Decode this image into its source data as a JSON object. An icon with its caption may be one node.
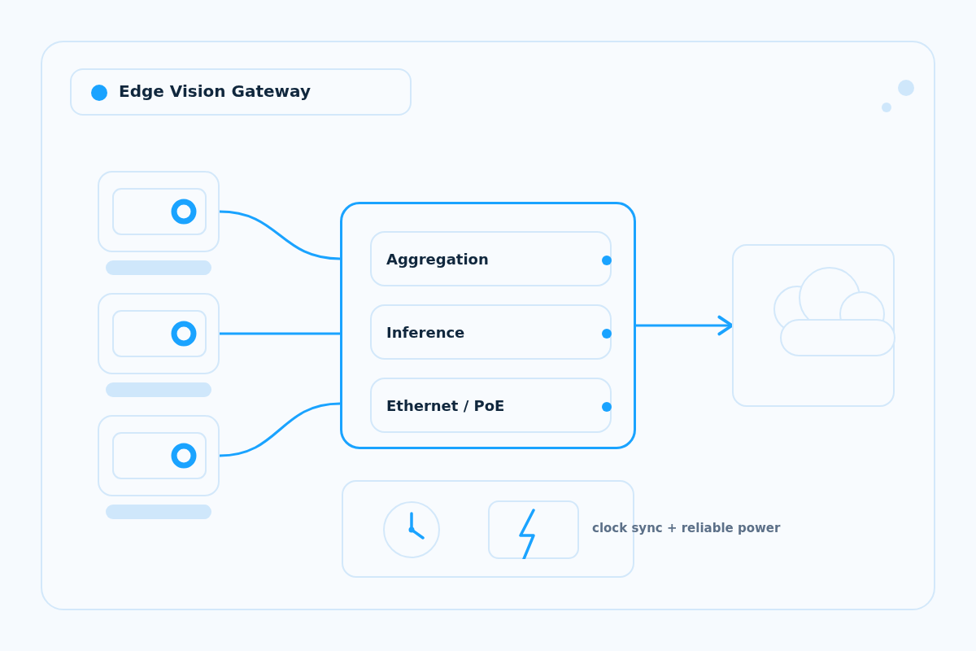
{
  "diagram": {
    "title": "Edge Vision Gateway",
    "nodes": [
      {
        "text": [],
        "shape": "box"
      },
      {
        "text": [],
        "shape": "box"
      },
      {
        "text": [],
        "shape": "box"
      },
      {
        "text": [],
        "shape": "box"
      },
      {
        "text": [
          "Aggregation"
        ],
        "in": 3
      },
      {
        "text": [
          "Inference"
        ],
        "in": 3
      },
      {
        "text": [
          "Ethernet / PoE"
        ],
        "in": 3
      },
      {
        "text": [],
        "shape": "cloud"
      }
    ],
    "edges": [
      {
        "from": 0,
        "to": 3,
        "arrow": "none"
      },
      {
        "from": 1,
        "to": 3,
        "arrow": "none"
      },
      {
        "from": 2,
        "to": 3,
        "arrow": "none"
      },
      {
        "from": 3,
        "to": 7,
        "arrow": "to"
      }
    ],
    "labels": [
      "clock sync + reliable power"
    ]
  }
}
